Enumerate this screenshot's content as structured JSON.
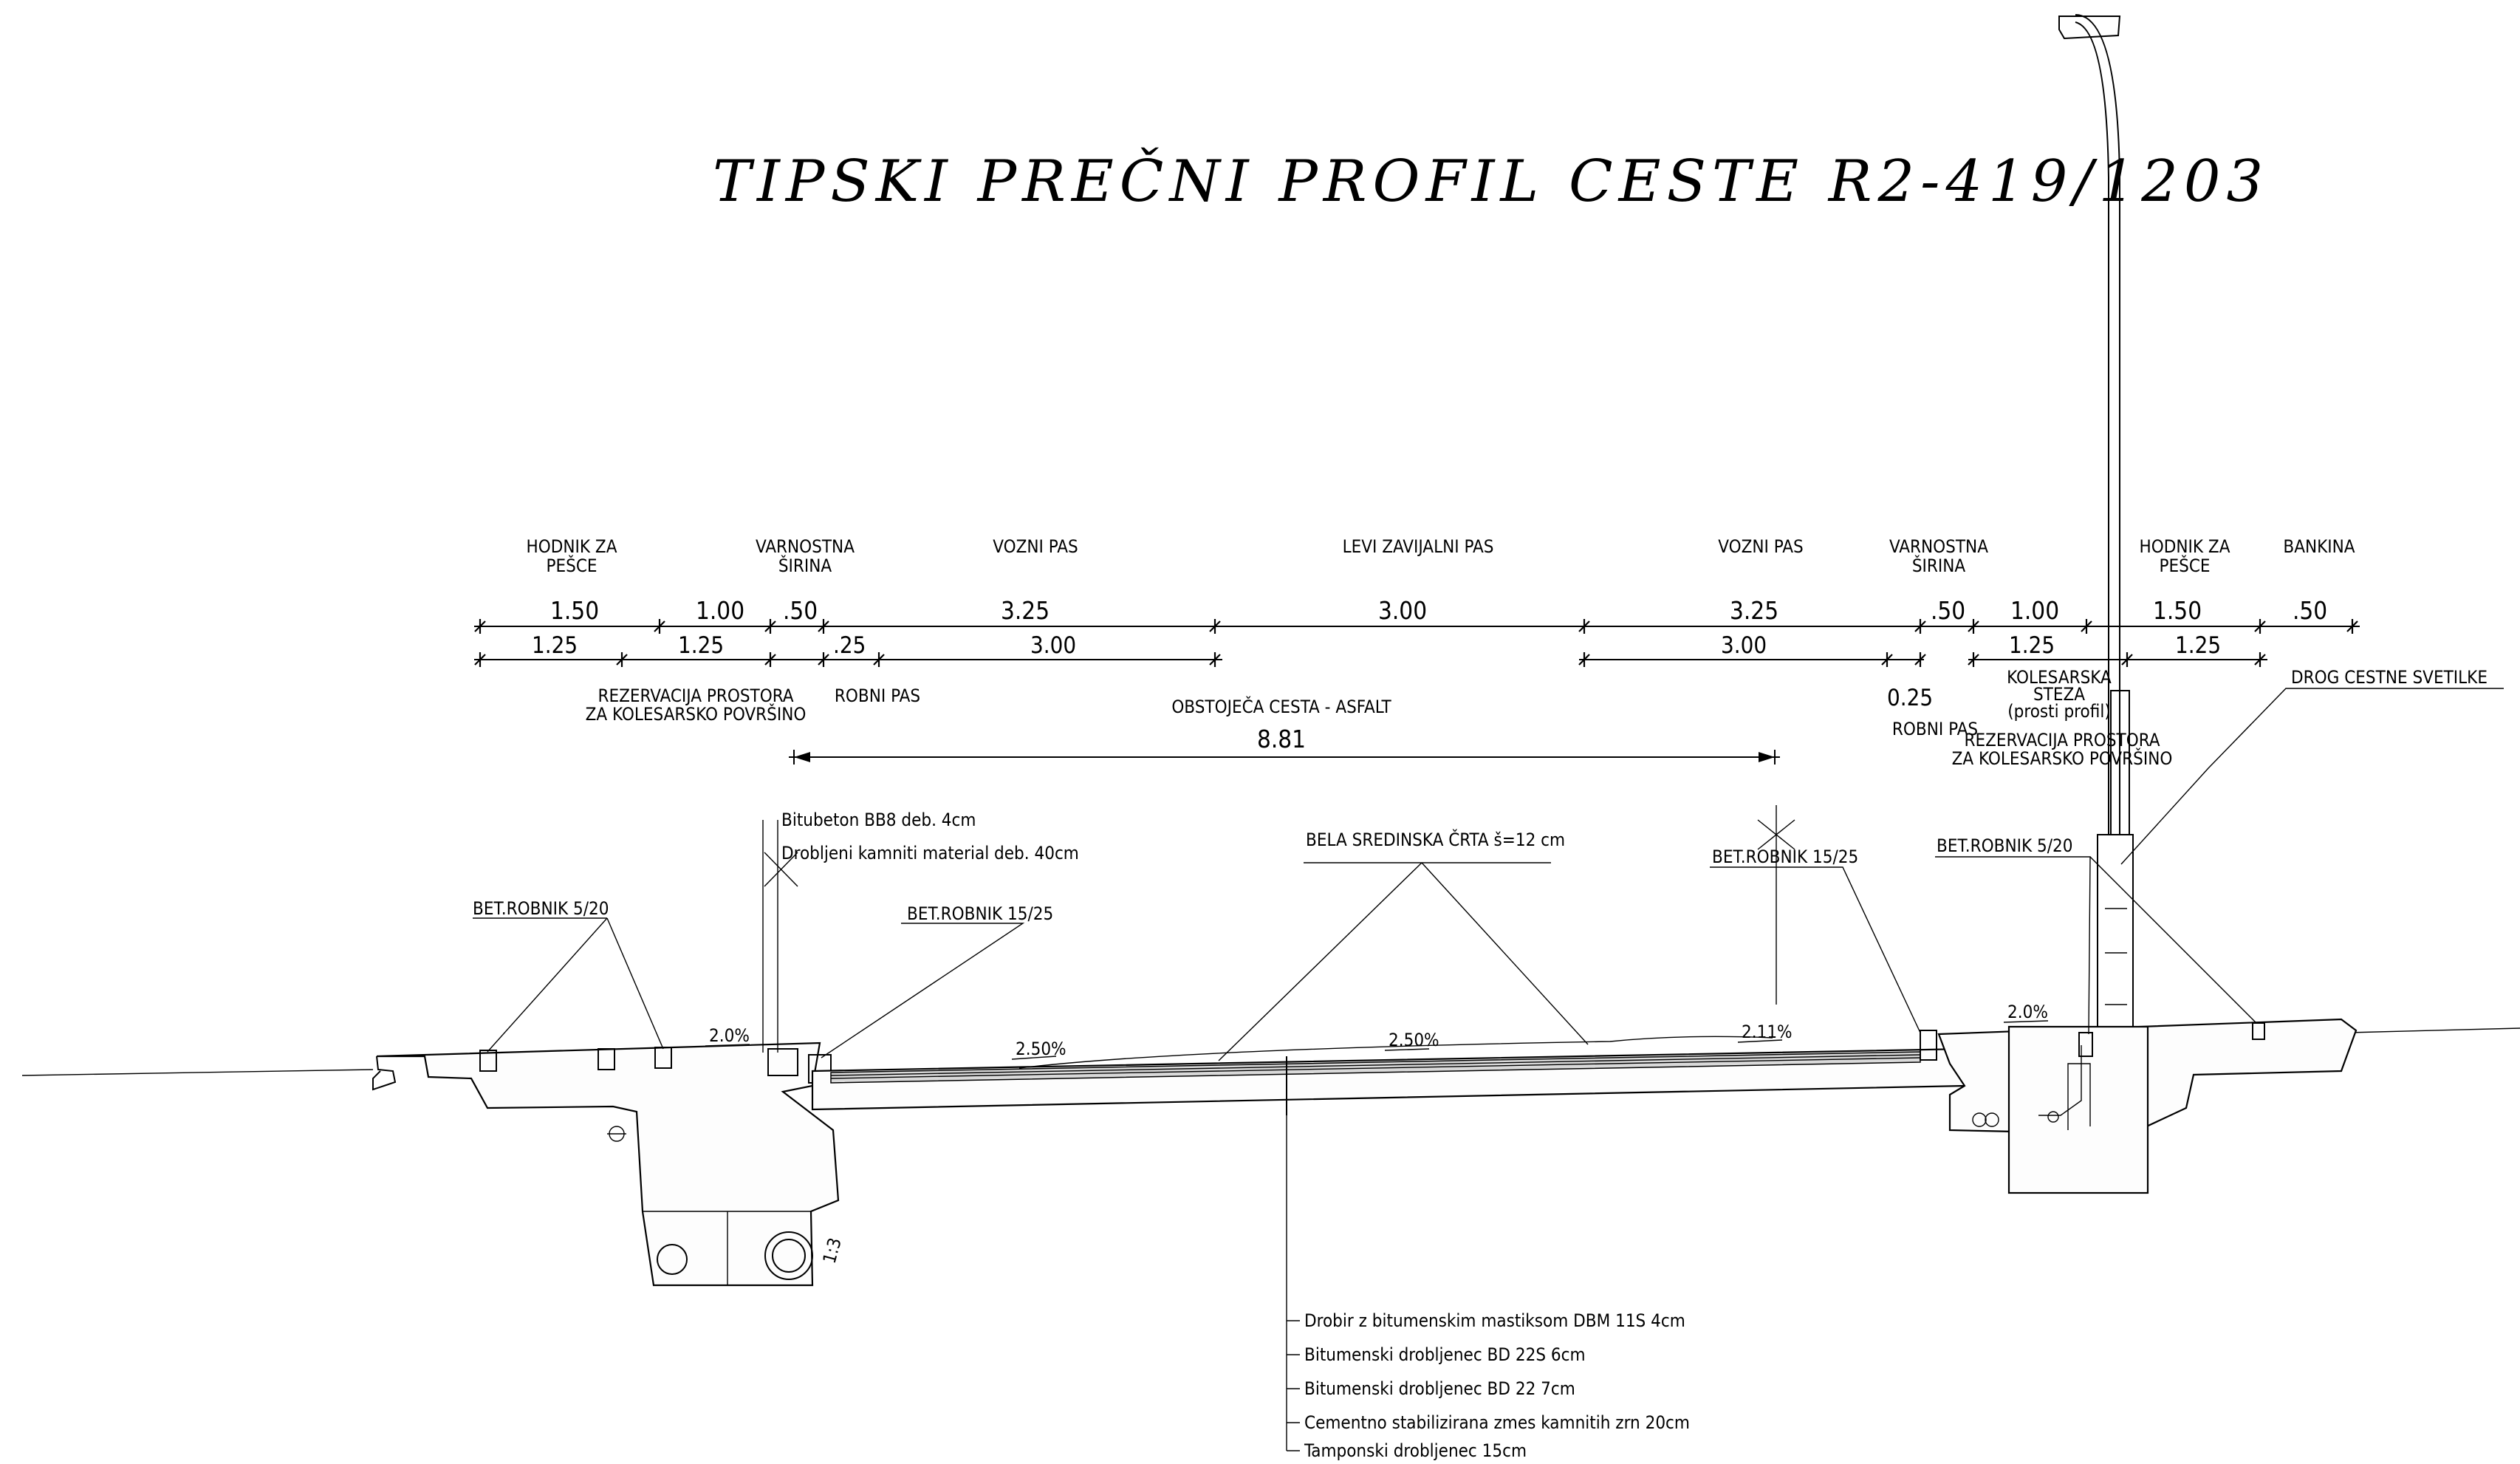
{
  "title": "TIPSKI PREČNI PROFIL   CESTE R2-419/1203",
  "zones": {
    "hodnik_left_1": "HODNIK ZA",
    "hodnik_left_2": "PEŠCE",
    "varnostna_left_1": "VARNOSTNA",
    "varnostna_left_2": "ŠIRINA",
    "vozni_left": "VOZNI PAS",
    "levi_zavijalni": "LEVI ZAVIJALNI PAS",
    "vozni_right": "VOZNI PAS",
    "varnostna_right_1": "VARNOSTNA",
    "varnostna_right_2": "ŠIRINA",
    "hodnik_right_1": "HODNIK ZA",
    "hodnik_right_2": "PEŠCE",
    "bankina": "BANKINA"
  },
  "dims_top": {
    "d1": "1.50",
    "d2": "1.00",
    "d3": ".50",
    "d4": "3.25",
    "d5": "3.00",
    "d6": "3.25",
    "d7": ".50",
    "d8": "1.00",
    "d9": "1.50",
    "d10": ".50"
  },
  "dims_second": {
    "s1": "1.25",
    "s2": "1.25",
    "s3": ".25",
    "s4": "3.00",
    "s5": "3.00",
    "s6": "0.25",
    "s7": "1.25",
    "s8": "1.25"
  },
  "total_width": "8.81",
  "labels": {
    "rezervacija_left_1": "REZERVACIJA PROSTORA",
    "rezervacija_left_2": "ZA KOLESARSKO POVRŠINO",
    "robni_pas_left": "ROBNI PAS",
    "obstojeca_cesta": "OBSTOJEČA CESTA - ASFALT",
    "robni_pas_right": "ROBNI PAS",
    "kolesarska_1": "KOLESARSKA",
    "kolesarska_2": "STEZA",
    "kolesarska_3": "(prosti profil)",
    "rezervacija_right_1": "REZERVACIJA PROSTORA",
    "rezervacija_right_2": "ZA KOLESARSKO POVRŠINO",
    "drog": "DROG CESTNE SVETILKE",
    "bitubeton": "Bitubeton BB8 deb. 4cm",
    "drobljeni": "Drobljeni kamniti material deb. 40cm",
    "bela_crta": "BELA SREDINSKA ČRTA š=12 cm",
    "robnik_5_20_left": "BET.ROBNIK 5/20",
    "robnik_15_25_left": "BET.ROBNIK 15/25",
    "robnik_15_25_right": "BET.ROBNIK 15/25",
    "robnik_5_20_right": "BET.ROBNIK 5/20",
    "slope_ratio": "1:3"
  },
  "grades": {
    "g_left_walk": "2.0%",
    "g_lane_left": "2.50%",
    "g_lane_mid": "2.50%",
    "g_lane_right": "2.11%",
    "g_right_walk": "2.0%"
  },
  "layers": [
    "Drobir z bitumenskim mastiksom DBM 11S 4cm",
    "Bitumenski drobljenec BD 22S 6cm",
    "Bitumenski drobljenec BD 22 7cm",
    "Cementno stabilizirana zmes kamnitih zrn 20cm",
    "Tamponski drobljenec 15cm"
  ]
}
